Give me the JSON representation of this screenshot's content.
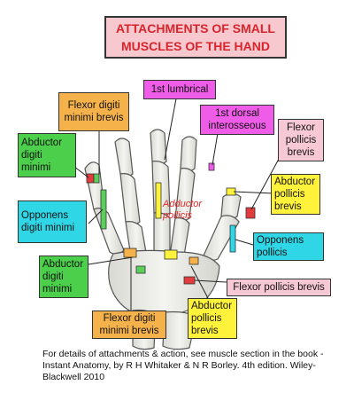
{
  "title": "ATTACHMENTS OF SMALL MUSCLES OF THE HAND",
  "labels": {
    "flexor_digiti_minimi_brevis_top": "Flexor digiti minimi brevis",
    "first_lumbrical": "1st lumbrical",
    "first_dorsal_interosseous": "1st dorsal interosseous",
    "flexor_pollicis_brevis_top": "Flexor pollicis brevis",
    "abductor_digiti_minimi_top": "Abductor digiti minimi",
    "abductor_pollicis_brevis_top": "Abductor pollicis brevis",
    "opponens_digiti_minimi": "Opponens digiti minimi",
    "adductor_pollicis": "Adductor pollicis",
    "opponens_pollicis": "Opponens pollicis",
    "abductor_digiti_minimi_bottom": "Abductor digiti minimi",
    "flexor_pollicis_brevis_bottom": "Flexor pollicis brevis",
    "flexor_digiti_minimi_brevis_bottom": "Flexor digiti minimi brevis",
    "abductor_pollicis_brevis_bottom": "Abductor pollicis brevis"
  },
  "credit": "For details of attachments & action,  see muscle section in the book - Instant Anatomy, by R H Whitaker & N R Borley. 4th edition. Wiley-Blackwell 2010",
  "colors": {
    "title_bg": "#f7c9cf",
    "title_text": "#d8242c",
    "orange": "#f5b24a",
    "green": "#4cd04c",
    "cyan": "#2fd6e6",
    "pink": "#f7c9d4",
    "magenta": "#ee5ce8",
    "yellow": "#fff23a",
    "bone": "#eeeeea"
  }
}
